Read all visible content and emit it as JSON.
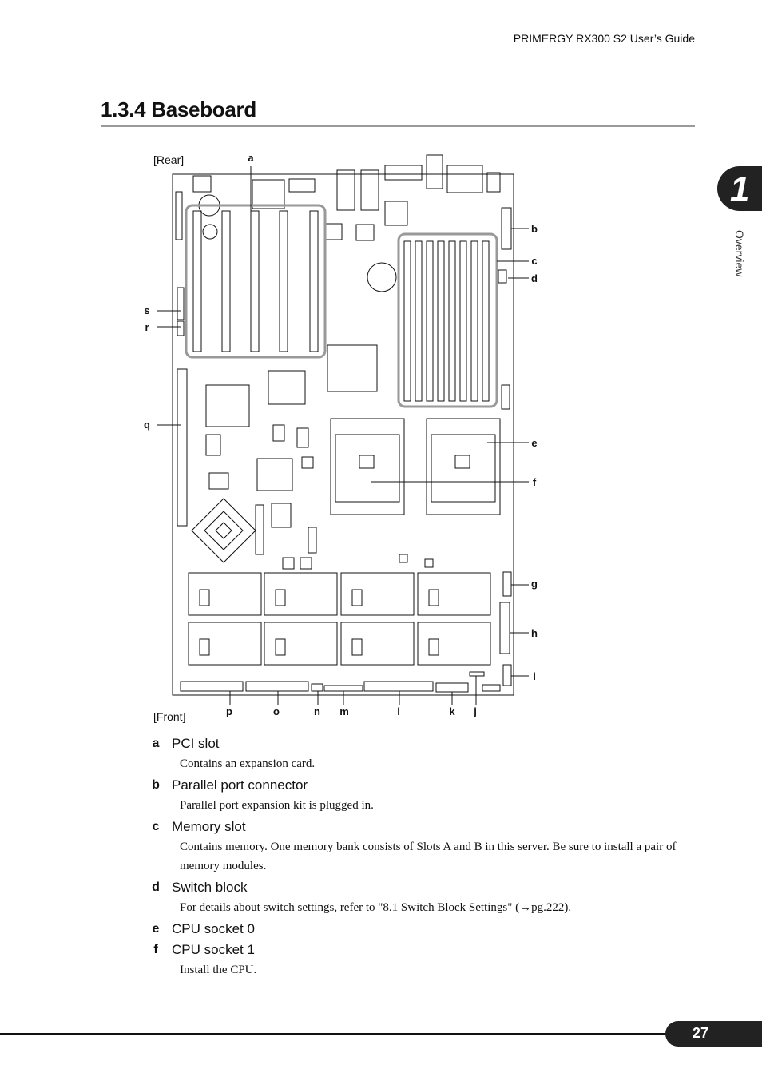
{
  "header": {
    "title": "PRIMERGY RX300 S2 User’s Guide"
  },
  "section": {
    "title": "1.3.4  Baseboard"
  },
  "chapter_tab": {
    "number": "1",
    "label": "Overview"
  },
  "figure": {
    "rear_label": "[Rear]",
    "front_label": "[Front]",
    "callouts": {
      "a": "a",
      "b": "b",
      "c": "c",
      "d": "d",
      "e": "e",
      "f": "f",
      "g": "g",
      "h": "h",
      "i": "i",
      "j": "j",
      "k": "k",
      "l": "l",
      "m": "m",
      "n": "n",
      "o": "o",
      "p": "p",
      "q": "q",
      "r": "r",
      "s": "s"
    }
  },
  "items": [
    {
      "letter": "a",
      "title": "PCI slot",
      "desc": "Contains an expansion card."
    },
    {
      "letter": "b",
      "title": "Parallel port connector",
      "desc": "Parallel port expansion kit is plugged in."
    },
    {
      "letter": "c",
      "title": "Memory slot",
      "desc": "Contains memory. One memory bank consists of Slots A and B in this server. Be sure to install a pair of memory modules."
    },
    {
      "letter": "d",
      "title": "Switch block",
      "desc": "For details about switch settings, refer to \"8.1 Switch Block Settings\" (→pg.222)."
    },
    {
      "letter": "e",
      "title": "CPU socket 0",
      "desc": ""
    },
    {
      "letter": "f",
      "title": "CPU socket 1",
      "desc": "Install the CPU."
    }
  ],
  "footer": {
    "page_number": "27"
  }
}
